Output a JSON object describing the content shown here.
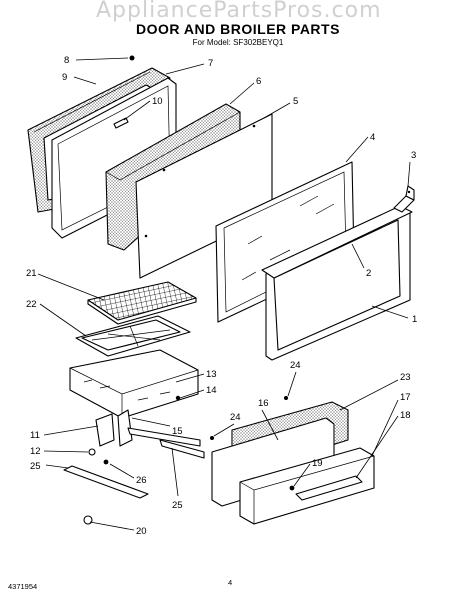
{
  "header": {
    "watermark": "AppliancePartsPros.com",
    "title": "DOOR AND BROILER PARTS",
    "model_line": "For Model: SF302BEYQ1"
  },
  "footer": {
    "doc_number": "4371954",
    "page_number": "4"
  },
  "callouts": {
    "c1": "1",
    "c2": "2",
    "c3": "3",
    "c4": "4",
    "c5": "5",
    "c6": "6",
    "c7": "7",
    "c8": "8",
    "c9": "9",
    "c10": "10",
    "c11": "11",
    "c12": "12",
    "c13": "13",
    "c14": "14",
    "c15": "15",
    "c16": "16",
    "c17": "17",
    "c18": "18",
    "c19": "19",
    "c20": "20",
    "c21": "21",
    "c22": "22",
    "c23": "23",
    "c24a": "24",
    "c24b": "24",
    "c25a": "25",
    "c25b": "25",
    "c26": "26"
  }
}
